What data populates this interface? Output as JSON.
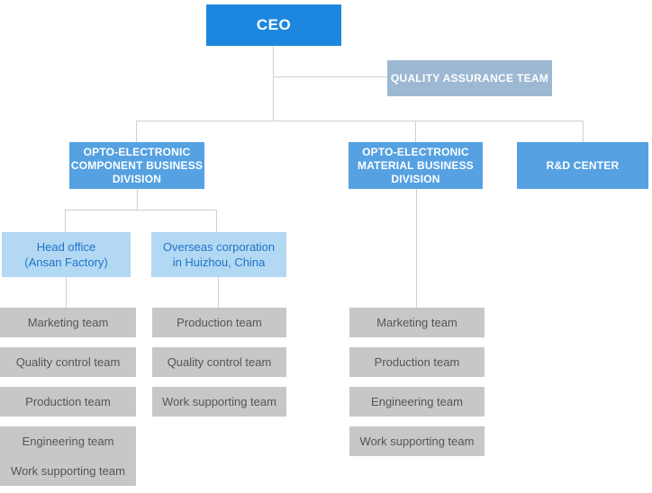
{
  "org": {
    "ceo": {
      "label": "CEO"
    },
    "qa": {
      "label": "QUALITY ASSURANCE TEAM"
    },
    "divisions": {
      "component": {
        "label": "OPTO-ELECTRONIC\nCOMPONENT BUSINESS\nDIVISION"
      },
      "material": {
        "label": "OPTO-ELECTRONIC\nMATERIAL BUSINESS\nDIVISION"
      },
      "rnd": {
        "label": "R&D CENTER"
      }
    },
    "branches": {
      "head_office": {
        "label": "Head office\n(Ansan Factory)"
      },
      "overseas": {
        "label": "Overseas corporation\nin Huizhou, China"
      }
    },
    "columns": {
      "head_office_teams": [
        "Marketing team",
        "Quality control team",
        "Production team",
        "Engineering team",
        "Work supporting team"
      ],
      "overseas_teams": [
        "Production team",
        "Quality control team",
        "Work supporting team"
      ],
      "material_teams": [
        "Marketing team",
        "Production team",
        "Engineering team",
        "Work supporting team"
      ]
    }
  },
  "colors": {
    "ceo_blue": "#1d87e0",
    "division_blue": "#55a1e2",
    "qa_steel_blue": "#9cb8d3",
    "branch_light_blue": "#b3d8f3",
    "branch_text_blue": "#1e74c8",
    "team_gray": "#c7c7c7",
    "team_text_gray": "#555555",
    "connector_gray": "#cfcfcf"
  }
}
